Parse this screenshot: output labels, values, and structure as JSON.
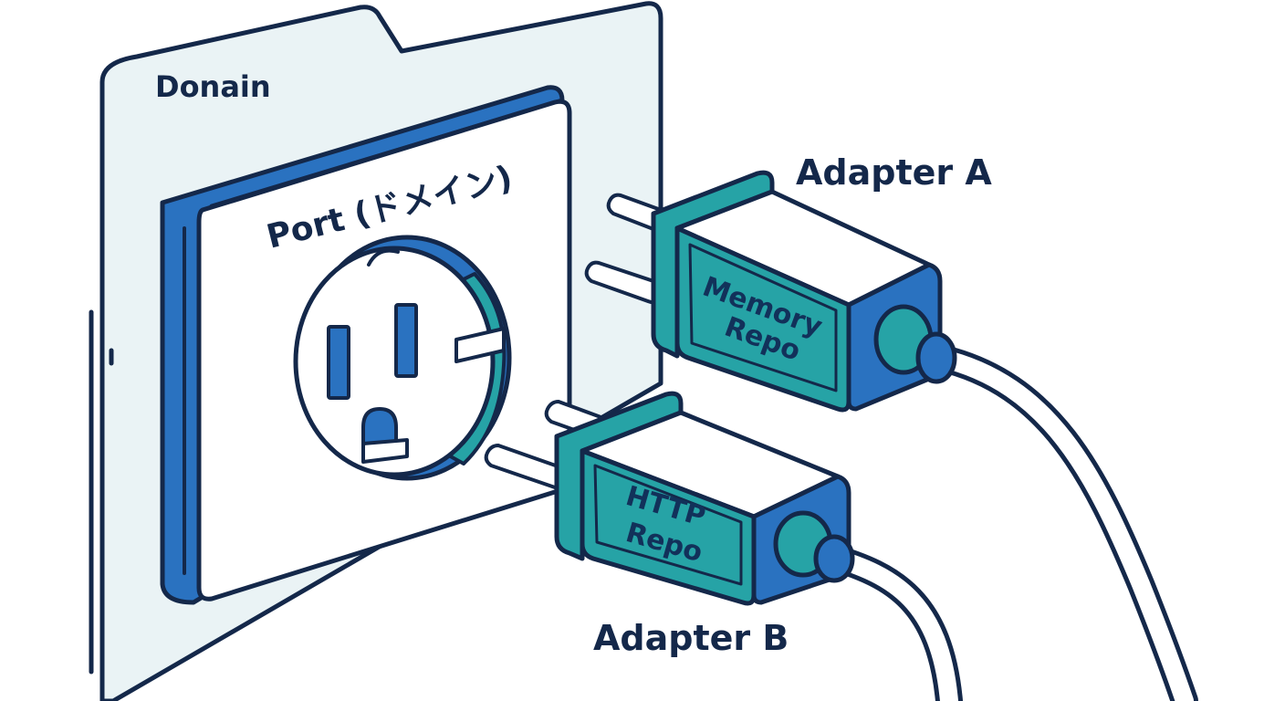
{
  "domain": {
    "label": "Donain"
  },
  "port": {
    "label": "Port (ドメイン)"
  },
  "adapter_a": {
    "label": "Adapter A",
    "plug_line1": "Memory",
    "plug_line2": "Repo"
  },
  "adapter_b": {
    "label": "Adapter B",
    "plug_line1": "HTTP",
    "plug_line2": "Repo"
  },
  "colors": {
    "outline": "#14284a",
    "panel": "#eaf3f5",
    "frame_blue": "#2a72c0",
    "socket_face": "#ffffff",
    "plug_teal": "#26a3a6",
    "plug_blue": "#2a72c0",
    "cable": "#ffffff"
  }
}
